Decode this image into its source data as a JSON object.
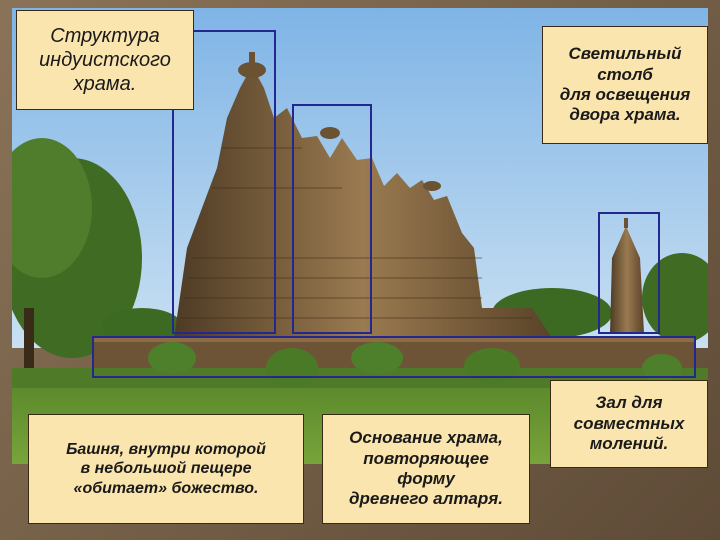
{
  "callouts": {
    "title": "Структура\nиндуистского\nхрама.",
    "lamp_pillar": "Светильный\nстолб\nдля освещения\nдвора храма.",
    "hall": "Зал для\nсовместных\nмолений.",
    "tower": "Башня, внутри которой\nв небольшой пещере\n«обитает» божество.",
    "base": "Основание храма,\nповторяющее\nформу\nдревнего алтаря."
  },
  "colors": {
    "callout_background": "#fbe5ae",
    "outline": "#23278f",
    "sky": "#9fc8ee",
    "stone": "#8a6a44",
    "grass": "#5f8f2a"
  }
}
